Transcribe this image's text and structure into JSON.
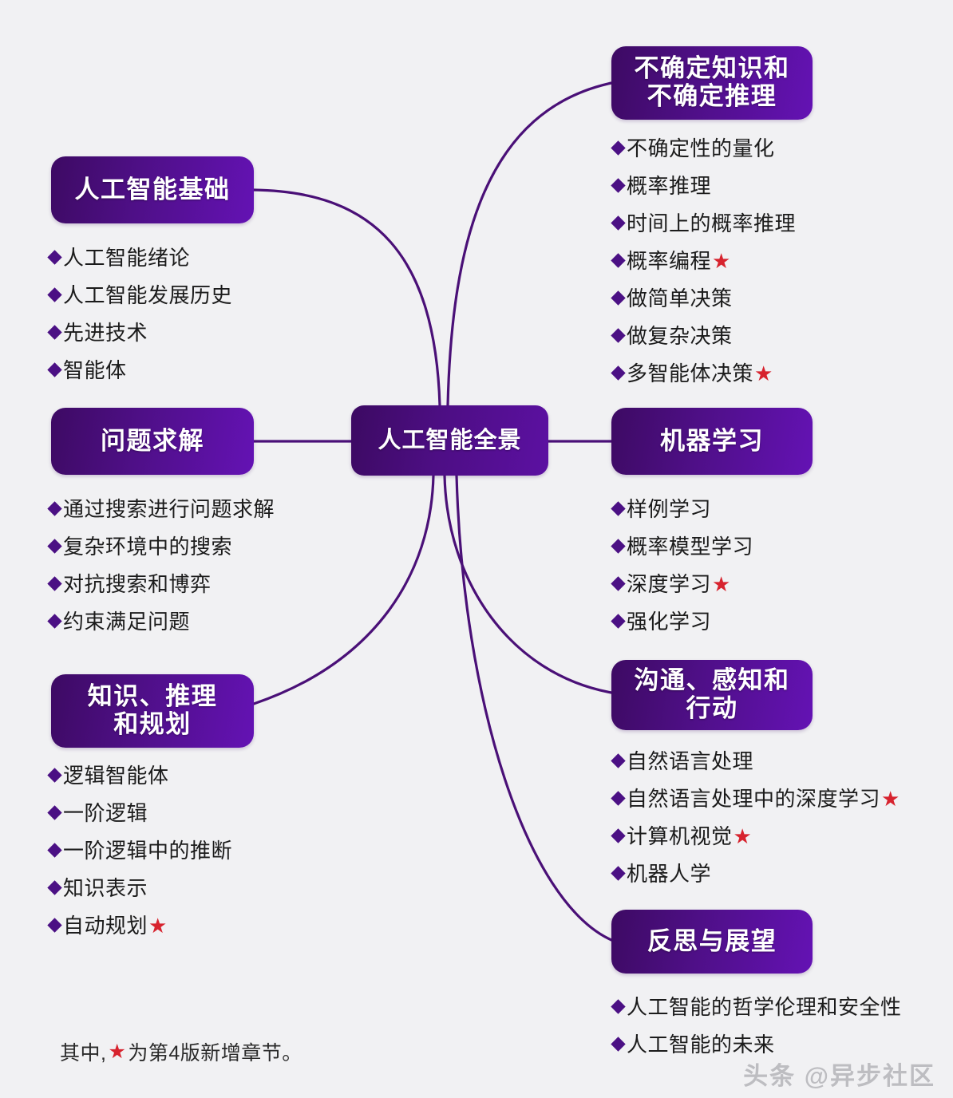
{
  "colors": {
    "background": "#f1f1f3",
    "node_dark": "#3d0a63",
    "node_bright": "#6412b4",
    "link": "#4a1077",
    "bullet": "#4b1084",
    "star": "#d7232e",
    "text": "#1b1b1b"
  },
  "center": {
    "label": "人工智能全景"
  },
  "branches": [
    {
      "id": "ai-foundation",
      "label": "人工智能基础",
      "items": [
        {
          "text": "人工智能绪论",
          "new": false
        },
        {
          "text": "人工智能发展历史",
          "new": false
        },
        {
          "text": "先进技术",
          "new": false
        },
        {
          "text": "智能体",
          "new": false
        }
      ]
    },
    {
      "id": "problem-solving",
      "label": "问题求解",
      "items": [
        {
          "text": "通过搜索进行问题求解",
          "new": false
        },
        {
          "text": "复杂环境中的搜索",
          "new": false
        },
        {
          "text": "对抗搜索和博弈",
          "new": false
        },
        {
          "text": "约束满足问题",
          "new": false
        }
      ]
    },
    {
      "id": "knowledge-reasoning-planning",
      "label": "知识、推理\n和规划",
      "items": [
        {
          "text": "逻辑智能体",
          "new": false
        },
        {
          "text": "一阶逻辑",
          "new": false
        },
        {
          "text": "一阶逻辑中的推断",
          "new": false
        },
        {
          "text": "知识表示",
          "new": false
        },
        {
          "text": "自动规划",
          "new": true
        }
      ]
    },
    {
      "id": "uncertain-knowledge-reasoning",
      "label": "不确定知识和\n不确定推理",
      "items": [
        {
          "text": "不确定性的量化",
          "new": false
        },
        {
          "text": "概率推理",
          "new": false
        },
        {
          "text": "时间上的概率推理",
          "new": false
        },
        {
          "text": "概率编程",
          "new": true
        },
        {
          "text": "做简单决策",
          "new": false
        },
        {
          "text": "做复杂决策",
          "new": false
        },
        {
          "text": "多智能体决策",
          "new": true
        }
      ]
    },
    {
      "id": "machine-learning",
      "label": "机器学习",
      "items": [
        {
          "text": "样例学习",
          "new": false
        },
        {
          "text": "概率模型学习",
          "new": false
        },
        {
          "text": "深度学习",
          "new": true
        },
        {
          "text": "强化学习",
          "new": false
        }
      ]
    },
    {
      "id": "communication-perception-action",
      "label": "沟通、感知和\n行动",
      "items": [
        {
          "text": "自然语言处理",
          "new": false
        },
        {
          "text": "自然语言处理中的深度学习",
          "new": true
        },
        {
          "text": "计算机视觉",
          "new": true
        },
        {
          "text": "机器人学",
          "new": false
        }
      ]
    },
    {
      "id": "reflection-outlook",
      "label": "反思与展望",
      "items": [
        {
          "text": "人工智能的哲学伦理和安全性",
          "new": false
        },
        {
          "text": "人工智能的未来",
          "new": false
        }
      ]
    }
  ],
  "footnote": {
    "prefix": "其中,",
    "star": "★",
    "suffix": "为第4版新增章节。"
  },
  "watermark": {
    "text": "头条 @异步社区"
  }
}
